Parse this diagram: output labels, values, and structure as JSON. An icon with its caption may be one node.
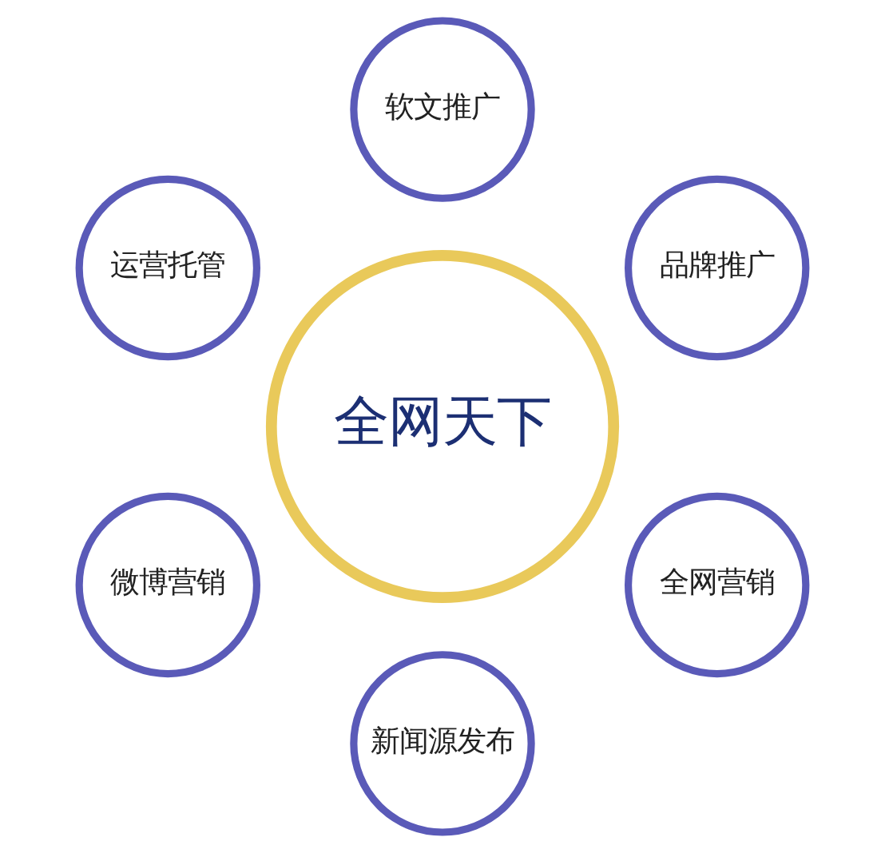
{
  "diagram": {
    "nodes": [
      {
        "text": [
          "全网天下"
        ]
      },
      {
        "text": [
          "品牌推广"
        ]
      },
      {
        "text": [
          "软文推广"
        ]
      },
      {
        "text": [
          "运营托管"
        ]
      },
      {
        "text": [
          "微博营销"
        ]
      },
      {
        "text": [
          "新闻源发布"
        ]
      },
      {
        "text": [
          "全网营销"
        ]
      }
    ]
  }
}
